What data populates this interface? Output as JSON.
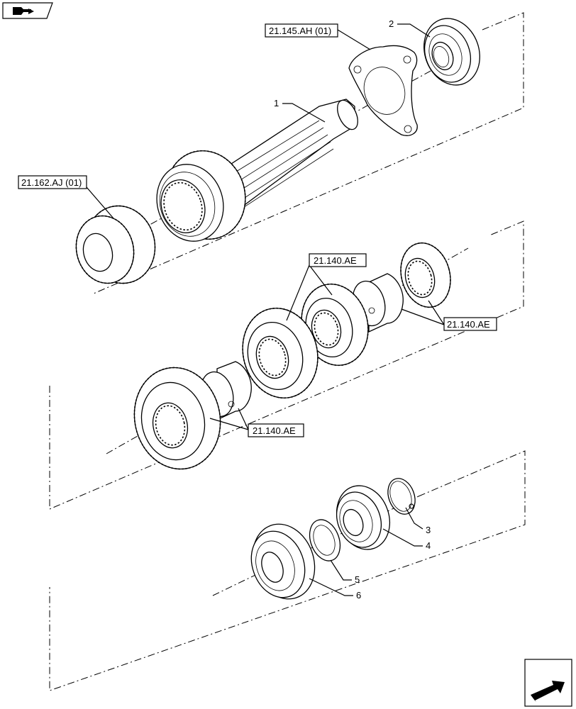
{
  "callouts": {
    "item_1": "1",
    "item_2": "2",
    "item_3": "3",
    "item_4": "4",
    "item_5": "5",
    "item_6": "6"
  },
  "references": {
    "ref_support": "21.145.AH (01)",
    "ref_synchro": "21.162.AJ (01)",
    "ref_gears_top": "21.140.AE",
    "ref_gears_right": "21.140.AE",
    "ref_gears_bottom": "21.140.AE"
  },
  "icons": {
    "top_left": "book-arrow-icon",
    "bottom_right": "next-page-arrow-icon"
  }
}
